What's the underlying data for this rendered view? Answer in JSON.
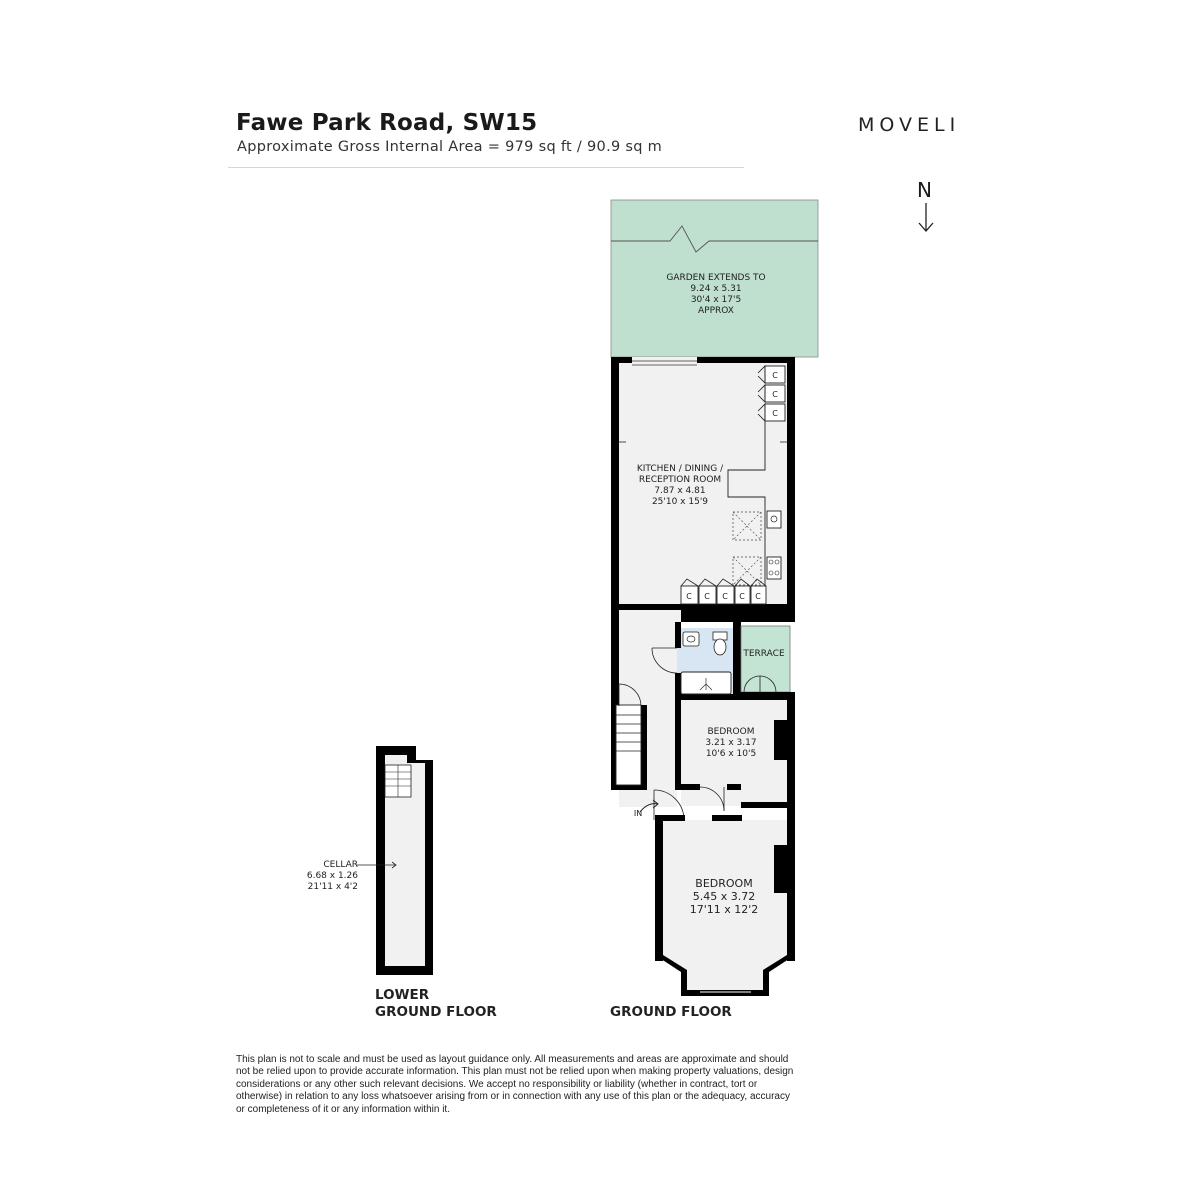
{
  "header": {
    "title": "Fawe Park Road, SW15",
    "subtitle": "Approximate Gross Internal Area = 979 sq ft / 90.9 sq m",
    "logo": "MOVELI",
    "north": "N"
  },
  "rooms": {
    "garden": {
      "name": "GARDEN EXTENDS TO",
      "metric": "9.24 x 5.31",
      "imperial": "30'4 x 17'5",
      "note": "APPROX"
    },
    "kitchen": {
      "name1": "KITCHEN / DINING /",
      "name2": "RECEPTION ROOM",
      "metric": "7.87 x 4.81",
      "imperial": "25'10 x 15'9"
    },
    "terrace": {
      "name": "TERRACE"
    },
    "bedroom2": {
      "name": "BEDROOM",
      "metric": "3.21 x 3.17",
      "imperial": "10'6 x 10'5"
    },
    "bedroom1": {
      "name": "BEDROOM",
      "metric": "5.45 x 3.72",
      "imperial": "17'11 x 12'2"
    },
    "cellar": {
      "name": "CELLAR",
      "metric": "6.68 x 1.26",
      "imperial": "21'11 x 4'2"
    }
  },
  "markers": {
    "entrance": "IN",
    "cupboard": "C"
  },
  "floors": {
    "lower": {
      "line1": "LOWER",
      "line2": "GROUND FLOOR"
    },
    "ground": "GROUND FLOOR"
  },
  "colors": {
    "wall": "#000000",
    "garden": "#bfdfcf",
    "floor": "#f1f1f1",
    "bath": "#d8e6f3"
  },
  "disclaimer": "This plan is not to scale and must be used as layout guidance only. All measurements and areas are approximate and should not be relied upon to provide accurate information. This plan must not be relied upon when making property valuations, design considerations or any other such relevant decisions. We accept no responsibility or liability (whether in contract, tort or otherwise) in relation to any loss whatsoever arising from or in connection with any use of this plan or the adequacy, accuracy or completeness of it or any information within it."
}
